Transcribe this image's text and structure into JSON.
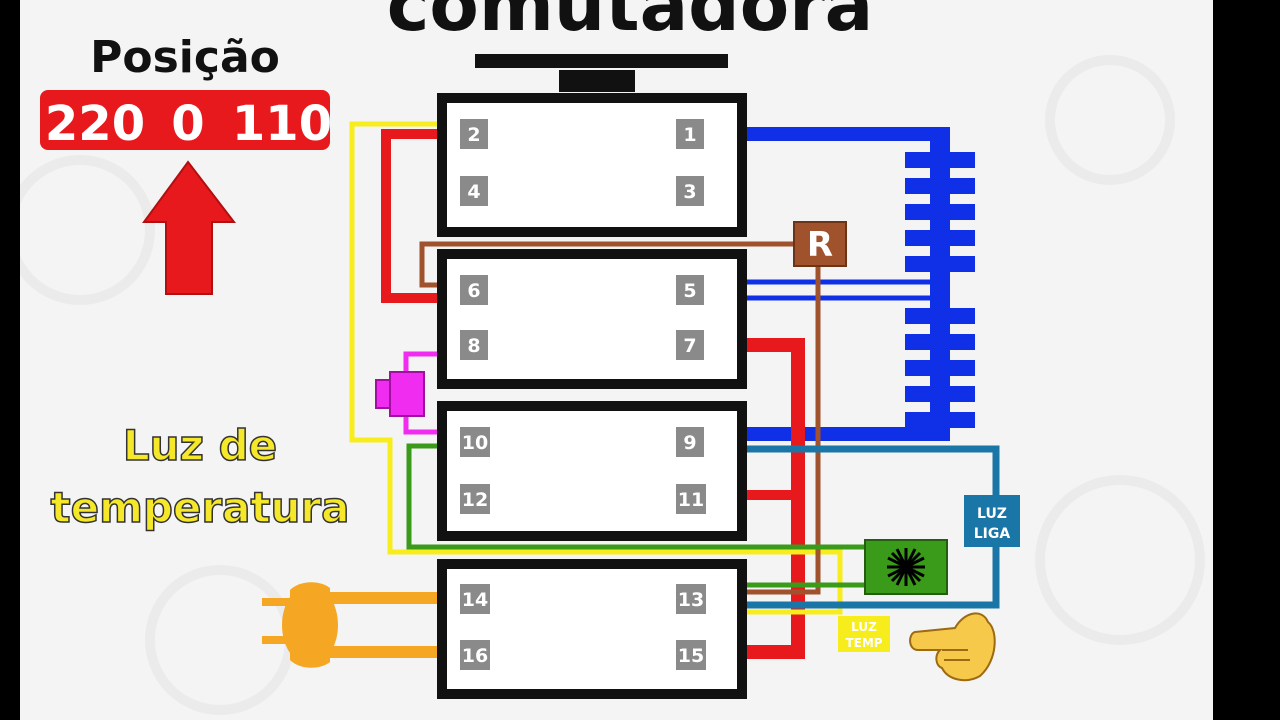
{
  "title": "comutadora",
  "position": {
    "label": "Posição",
    "values": [
      "220",
      "0",
      "110"
    ],
    "accent": "#e8191c"
  },
  "temperature_label": {
    "line1": "Luz de",
    "line2": "temperatura",
    "color": "#f5e82a"
  },
  "pins": [
    "1",
    "2",
    "3",
    "4",
    "5",
    "6",
    "7",
    "8",
    "9",
    "10",
    "11",
    "12",
    "13",
    "14",
    "15",
    "16"
  ],
  "resistor_label": "R",
  "luz_liga": {
    "line1": "LUZ",
    "line2": "LIGA"
  },
  "luz_temp": {
    "line1": "LUZ",
    "line2": "TEMP"
  },
  "icons": {
    "arrow": "up-arrow-icon",
    "lamp": "motor-lamp-icon",
    "plug": "power-plug-icon",
    "hand": "pointing-hand-icon",
    "thermostat": "thermostat-icon"
  },
  "colors": {
    "blue": "#1030e8",
    "red": "#e8191c",
    "yellow": "#f7ec1c",
    "brown": "#a0522d",
    "green": "#3a9a1a",
    "teal": "#1b76a8",
    "magenta": "#f02cf0",
    "orange": "#f5a623",
    "pin": "#8a8a8a"
  }
}
